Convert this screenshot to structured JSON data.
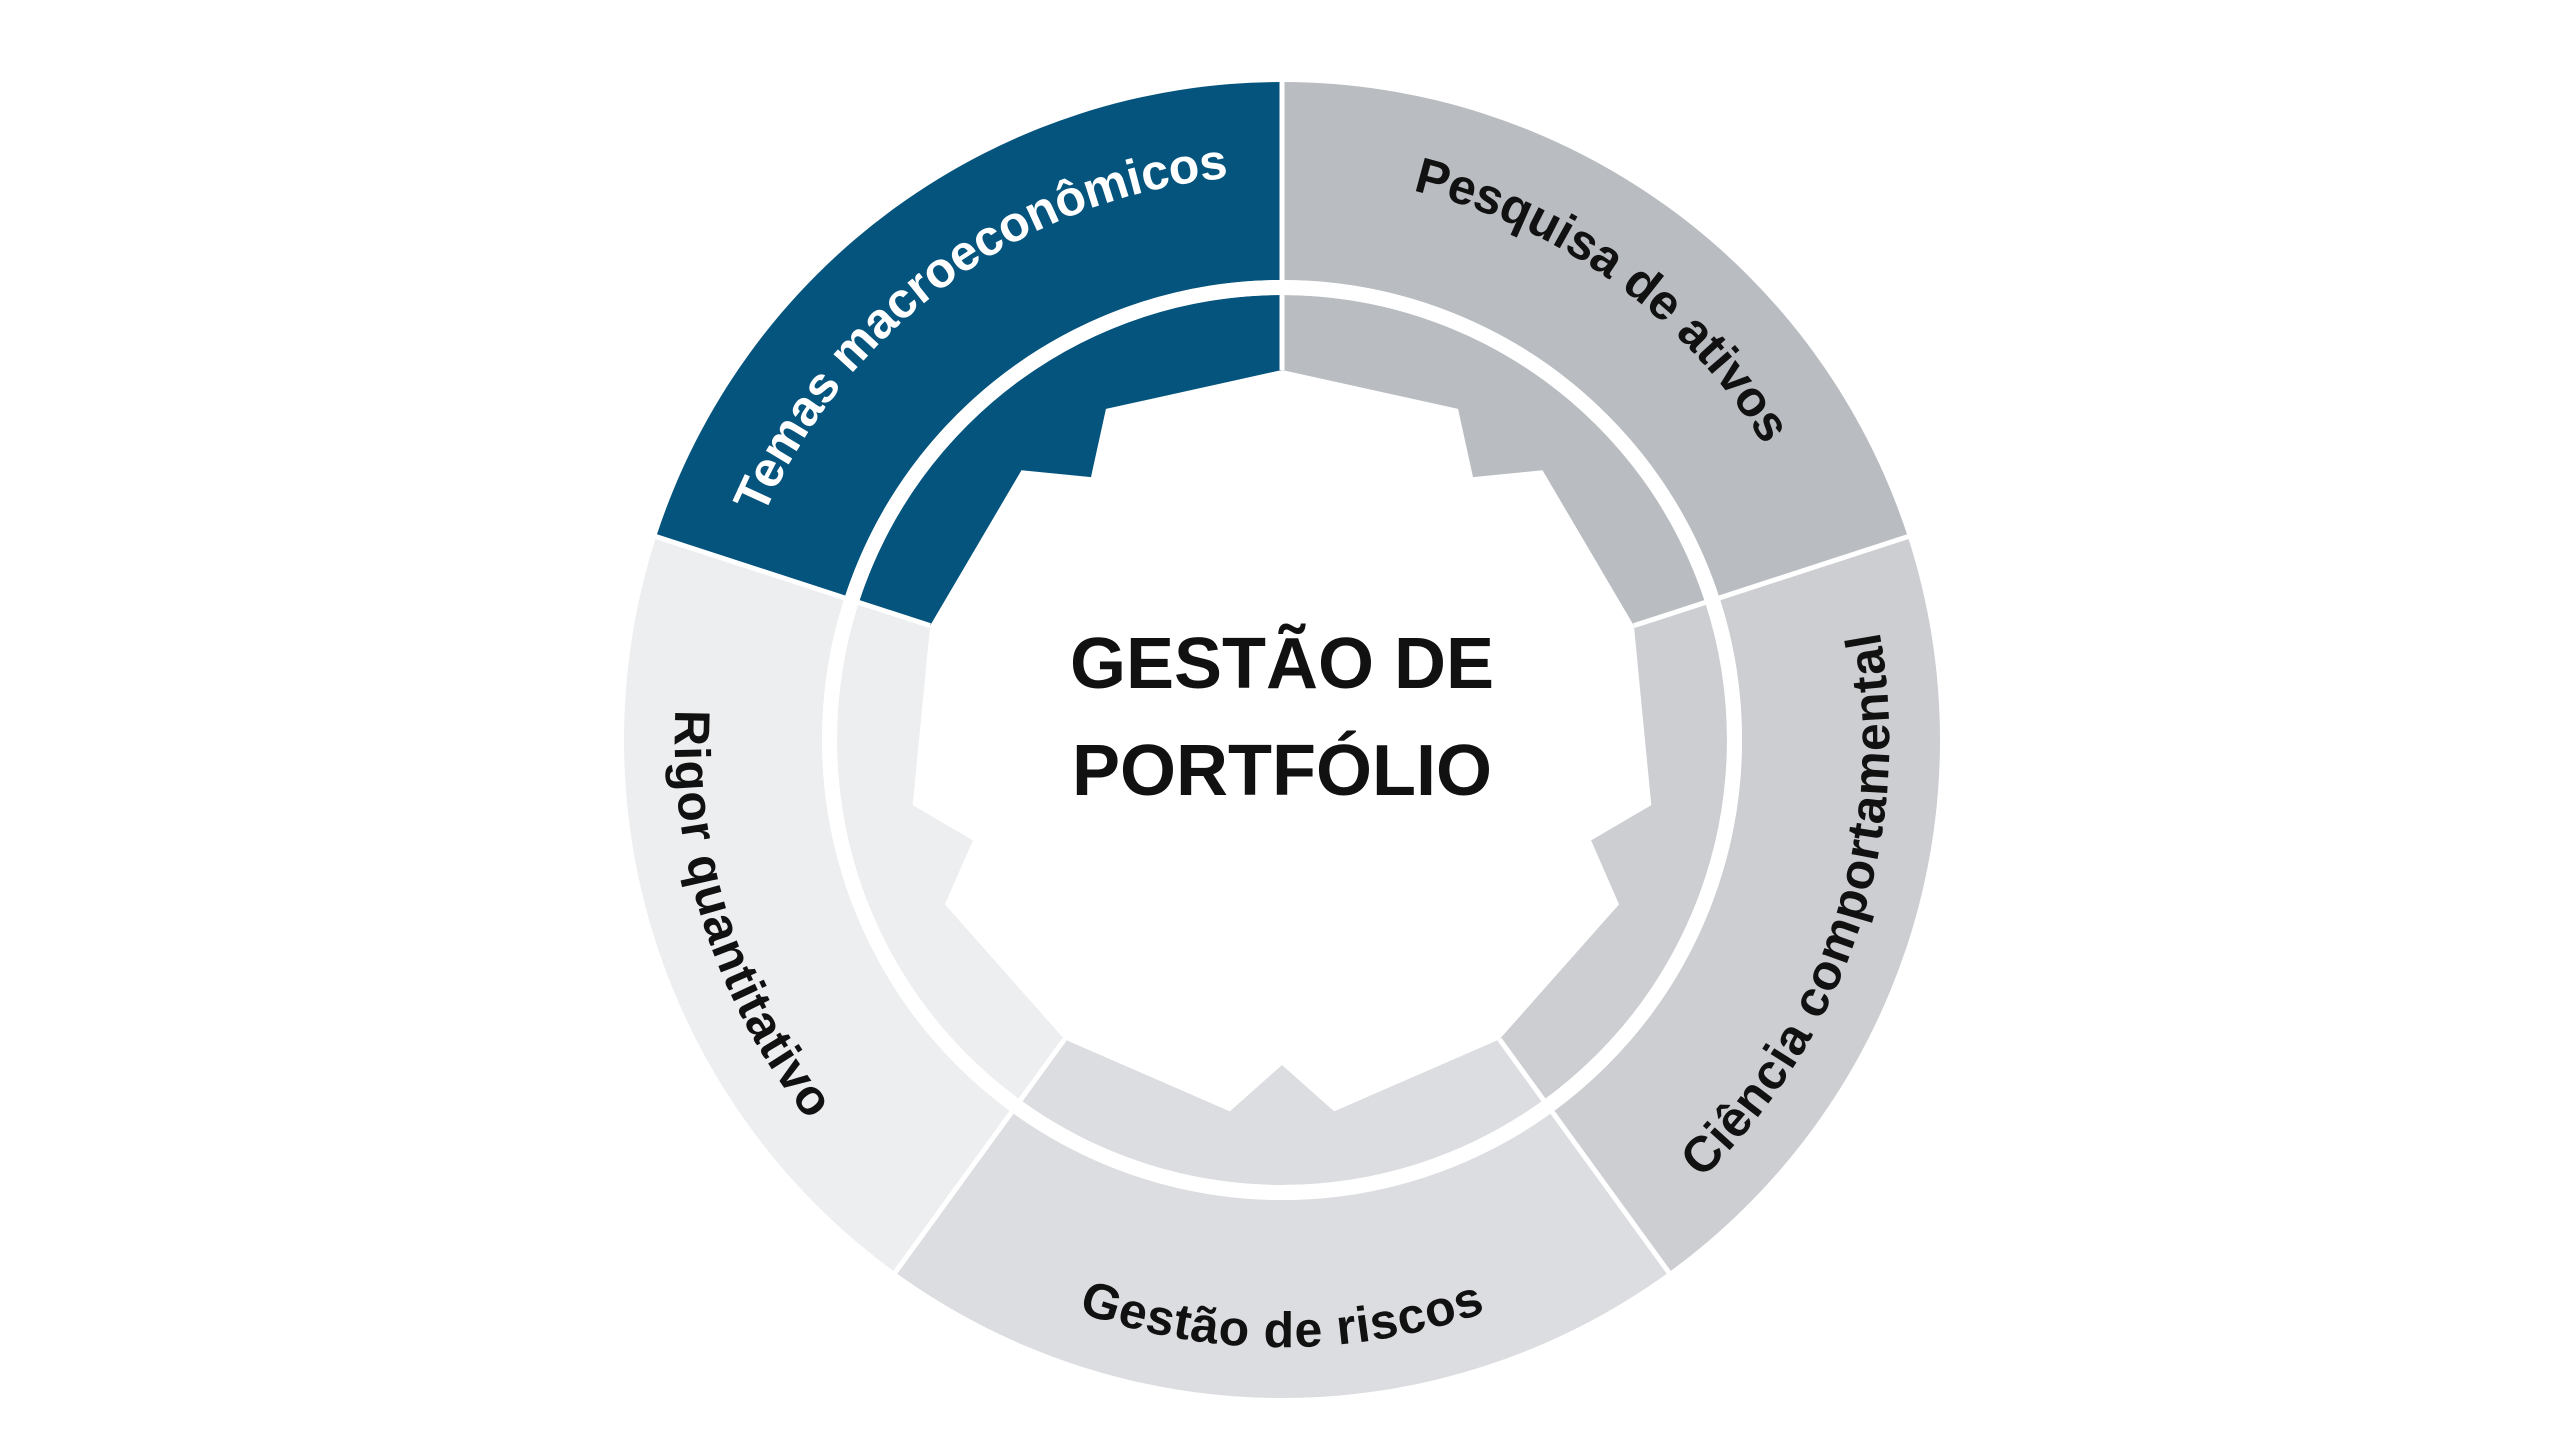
{
  "center": {
    "line1": "GESTÃO DE",
    "line2": "PORTFÓLIO"
  },
  "segments": [
    {
      "id": "temas-macroeconomicos",
      "label": "Temas macroeconômicos",
      "outer_color": "#04547e",
      "inner_color": "#04547e",
      "text_color": "#ffffff",
      "highlighted": true
    },
    {
      "id": "pesquisa-de-ativos",
      "label": "Pesquisa de ativos",
      "outer_color": "#b9bcc1",
      "inner_color": "#b9bcc1",
      "text_color": "#111111",
      "highlighted": false
    },
    {
      "id": "ciencia-comportamental",
      "label": "Ciência comportamental",
      "outer_color": "#ccced2",
      "inner_color": "#ccced2",
      "text_color": "#111111",
      "highlighted": false
    },
    {
      "id": "gestao-de-riscos",
      "label": "Gestão de riscos",
      "outer_color": "#dcdde0",
      "inner_color": "#dcdde0",
      "text_color": "#111111",
      "highlighted": false
    },
    {
      "id": "rigor-quantitativo",
      "label": "Rigor quantitativo",
      "outer_color": "#eceef0",
      "inner_color": "#eceef0",
      "text_color": "#111111",
      "highlighted": false
    }
  ],
  "colors": {
    "background": "#ffffff",
    "separator": "#ffffff"
  }
}
